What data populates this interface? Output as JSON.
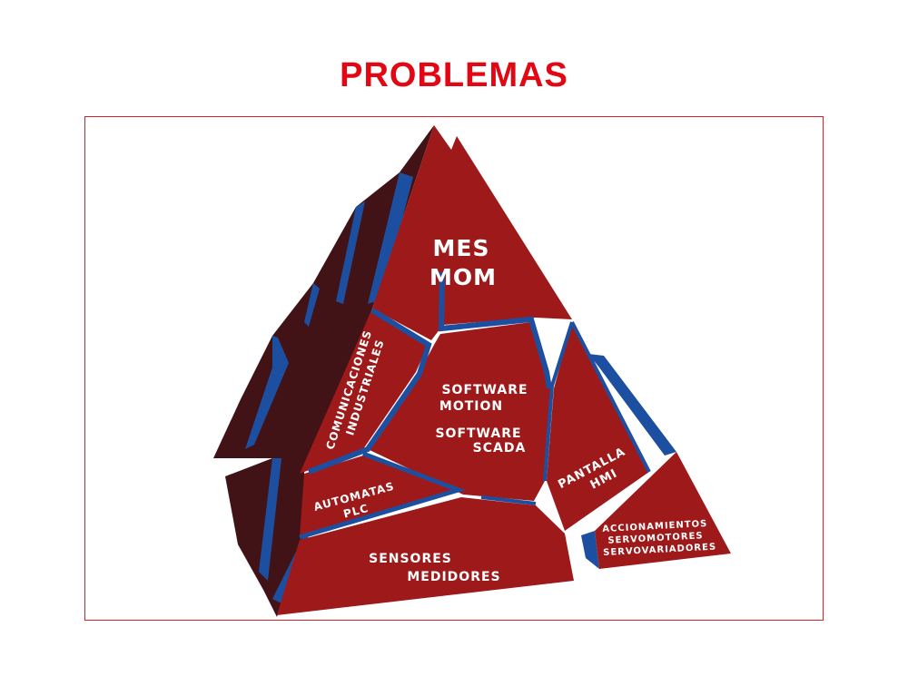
{
  "title": "PROBLEMAS",
  "colors": {
    "title": "#e30613",
    "face": "#9e1a1a",
    "back": "#421316",
    "crack": "#1d4fa0"
  },
  "pyramid": {
    "mes": [
      "MES",
      "MOM"
    ],
    "software_motion": [
      "SOFTWARE",
      "MOTION"
    ],
    "software_scada": [
      "SOFTWARE",
      "SCADA"
    ],
    "comunicaciones": [
      "COMUNICACIONES",
      "INDUSTRIALES"
    ],
    "automatas": [
      "AUTOMATAS",
      "PLC"
    ],
    "pantalla": [
      "PANTALLA",
      "HMI"
    ],
    "sensores": [
      "SENSORES",
      "MEDIDORES"
    ],
    "accionamientos": [
      "ACCIONAMIENTOS",
      "SERVOMOTORES",
      "SERVOVARIADORES"
    ]
  }
}
